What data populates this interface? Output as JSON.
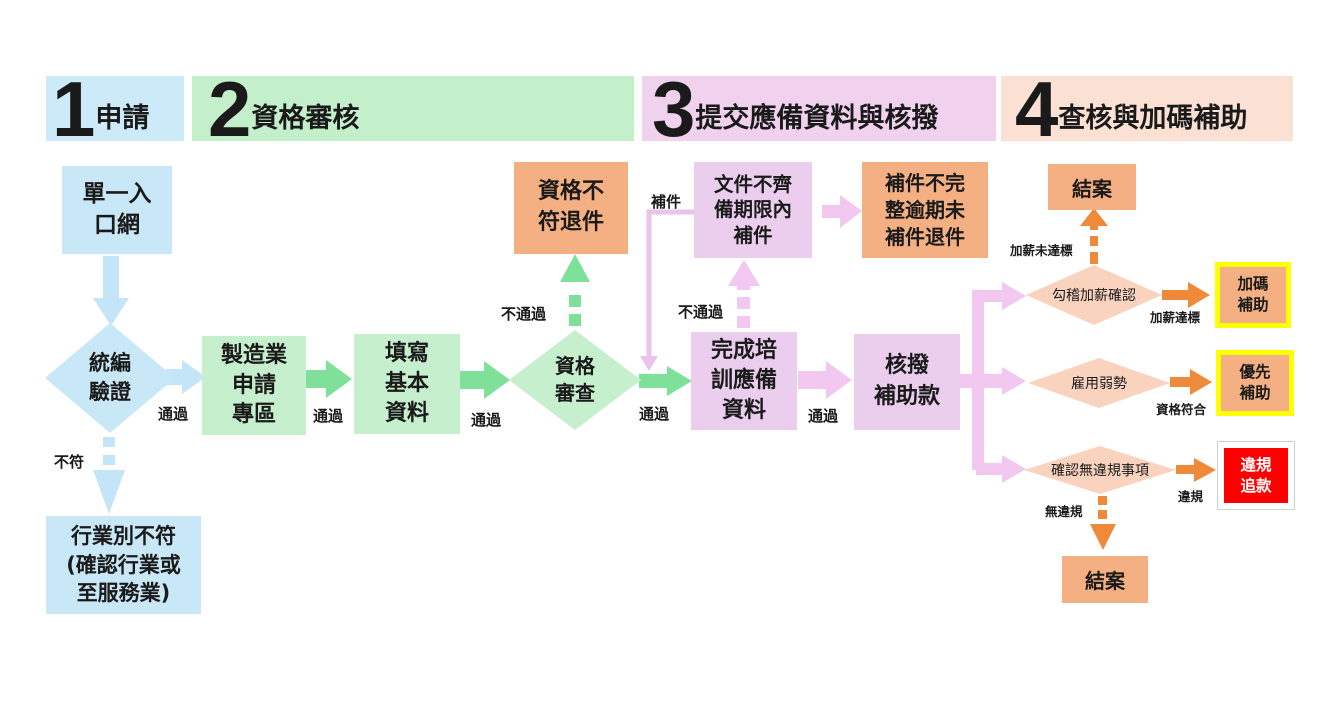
{
  "phases": [
    {
      "num": "1",
      "title": "申請"
    },
    {
      "num": "2",
      "title": "資格審核"
    },
    {
      "num": "3",
      "title": "提交應備資料與核撥"
    },
    {
      "num": "4",
      "title": "查核與加碼補助"
    }
  ],
  "nodes": {
    "portal": "單一入\n口網",
    "tax_id_check": "統編\n驗證",
    "industry_mismatch": "行業別不符\n(確認行業或\n至服務業)",
    "manufacturing_area": "製造業\n申請\n專區",
    "fill_basic_data": "填寫\n基本\n資料",
    "qualification_review": "資格\n審查",
    "unqualified_return": "資格不\n符退件",
    "complete_training_docs": "完成培\n訓應備\n資料",
    "incomplete_docs": "文件不齊\n備期限內\n補件",
    "overdue_return": "補件不完\n整逾期未\n補件退件",
    "grant_subsidy": "核撥\n補助款",
    "salary_raise_check": "勾稽加薪確認",
    "closed_top": "結案",
    "bonus_subsidy": "加碼\n補助",
    "employ_disadvantaged": "雇用弱勢",
    "priority_subsidy": "優先\n補助",
    "no_violation_check": "確認無違規事項",
    "violation_recovery": "違規\n追款",
    "closed_bottom": "結案"
  },
  "labels": {
    "pass_1": "通過",
    "fail_industry": "不符",
    "pass_2": "通過",
    "pass_3": "通過",
    "fail_review": "不通過",
    "pass_4": "通過",
    "supplement": "補件",
    "fail_docs": "不通過",
    "pass_5": "通過",
    "raise_not_met": "加薪未達標",
    "raise_met": "加薪達標",
    "qualified": "資格符合",
    "violation": "違規",
    "no_violation": "無違規"
  },
  "colors": {
    "phase1": "#cdeaf8",
    "phase2": "#c4efcb",
    "phase3": "#f0d2ef",
    "phase4": "#fbe1d3",
    "blue": "#c9e8f7",
    "blue_arrow": "#c4e5f7",
    "green": "#c6efce",
    "green_arrow": "#7fe09a",
    "orange_box": "#f4b083",
    "orange_arrow": "#f08a3b",
    "pink": "#ebcdee",
    "pink_arrow": "#f2c7f0",
    "peach": "#fad3bf",
    "yellow_border": "#ffff00",
    "red": "#ff0000"
  }
}
